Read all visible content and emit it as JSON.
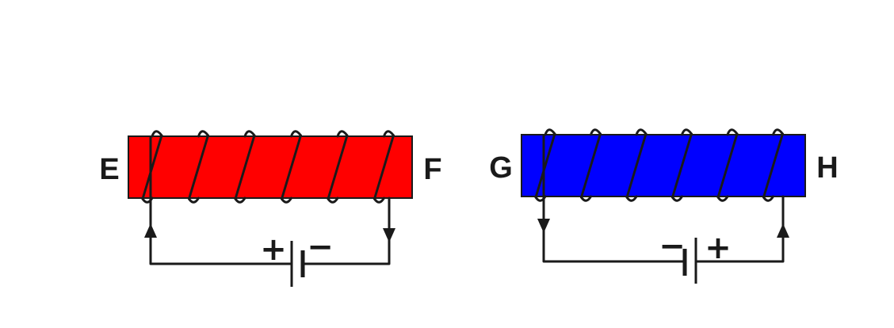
{
  "colors": {
    "left_core": "#ff0000",
    "right_core": "#0000ff",
    "wire": "#1a1a1a",
    "background": "#ffffff"
  },
  "left_electromagnet": {
    "end_left": "E",
    "end_right": "F",
    "battery_left_sign": "+",
    "battery_right_sign": "−",
    "turns": 6,
    "current_arrow_left": "up",
    "current_arrow_right": "down"
  },
  "right_electromagnet": {
    "end_left": "G",
    "end_right": "H",
    "battery_left_sign": "−",
    "battery_right_sign": "+",
    "turns": 6,
    "current_arrow_left": "down",
    "current_arrow_right": "up"
  }
}
